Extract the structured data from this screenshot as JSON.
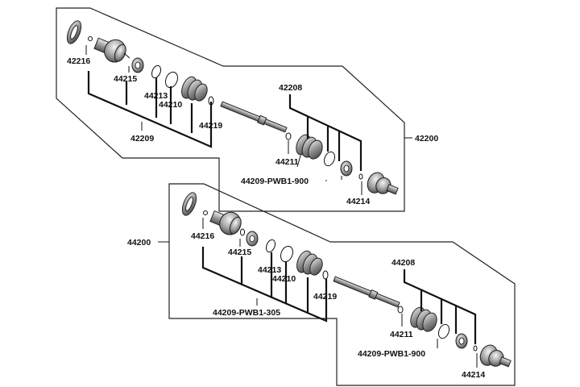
{
  "diagram": {
    "top_assembly": {
      "assembly_label": "42200",
      "labels": {
        "p42216": "42216",
        "p44215": "44215",
        "p44213": "44213",
        "p44210": "44210",
        "p44219": "44219",
        "p42209": "42209",
        "p42208": "42208",
        "p44211": "44211",
        "p44209": "44209-PWB1-900",
        "p44214": "44214"
      }
    },
    "bottom_assembly": {
      "assembly_label": "44200",
      "labels": {
        "p44216": "44216",
        "p44215": "44215",
        "p44213": "44213",
        "p44210": "44210",
        "p44219": "44219",
        "p44209a": "44209-PWB1-305",
        "p44208": "44208",
        "p44211": "44211",
        "p44209b": "44209-PWB1-900",
        "p44214": "44214"
      }
    }
  }
}
